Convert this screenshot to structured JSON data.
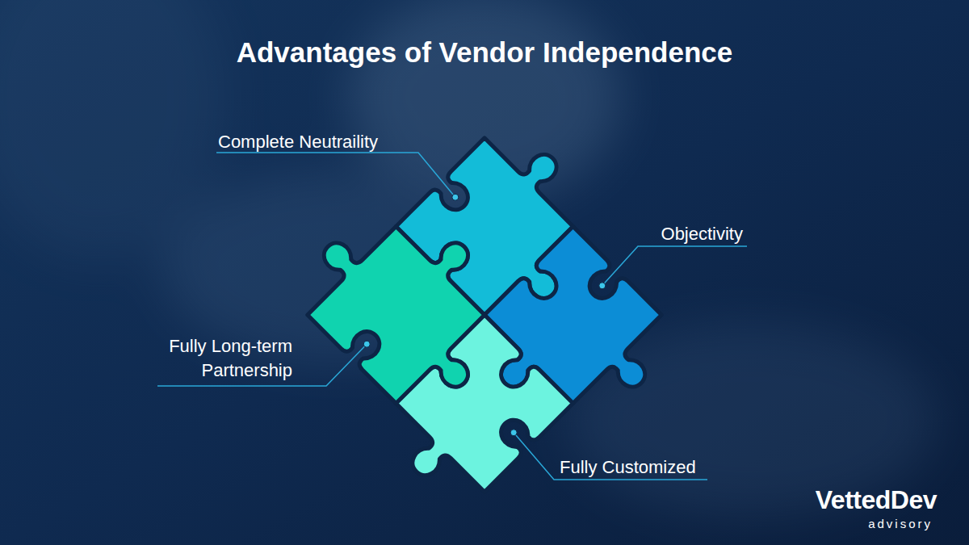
{
  "diagram": {
    "title": "Advantages of Vendor Independence",
    "labels": [
      "Complete Neutraility",
      "Objectivity",
      "Fully Long-term Partnership",
      "Fully Customized",
      "VettedDev",
      "advisory"
    ]
  }
}
